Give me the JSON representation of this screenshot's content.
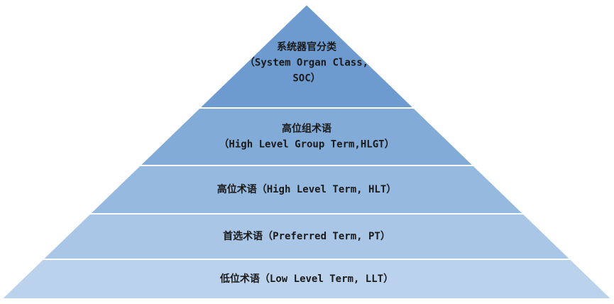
{
  "diagram": {
    "levels": [
      {
        "lines": [
          "系统器官分类",
          "（System Organ Class,",
          "SOC）"
        ],
        "fill": "#6d9bd0"
      },
      {
        "lines": [
          "高位组术语",
          "（High Level Group Term,HLGT）"
        ],
        "fill": "#82abd8"
      },
      {
        "lines": [
          "高位术语（High Level Term, HLT）"
        ],
        "fill": "#96b9df"
      },
      {
        "lines": [
          "首选术语（Preferred Term, PT）"
        ],
        "fill": "#a9c6e6"
      },
      {
        "lines": [
          "低位术语（Low Level Term, LLT）"
        ],
        "fill": "#bbd2ec"
      }
    ],
    "separator_color": "#ffffff"
  }
}
